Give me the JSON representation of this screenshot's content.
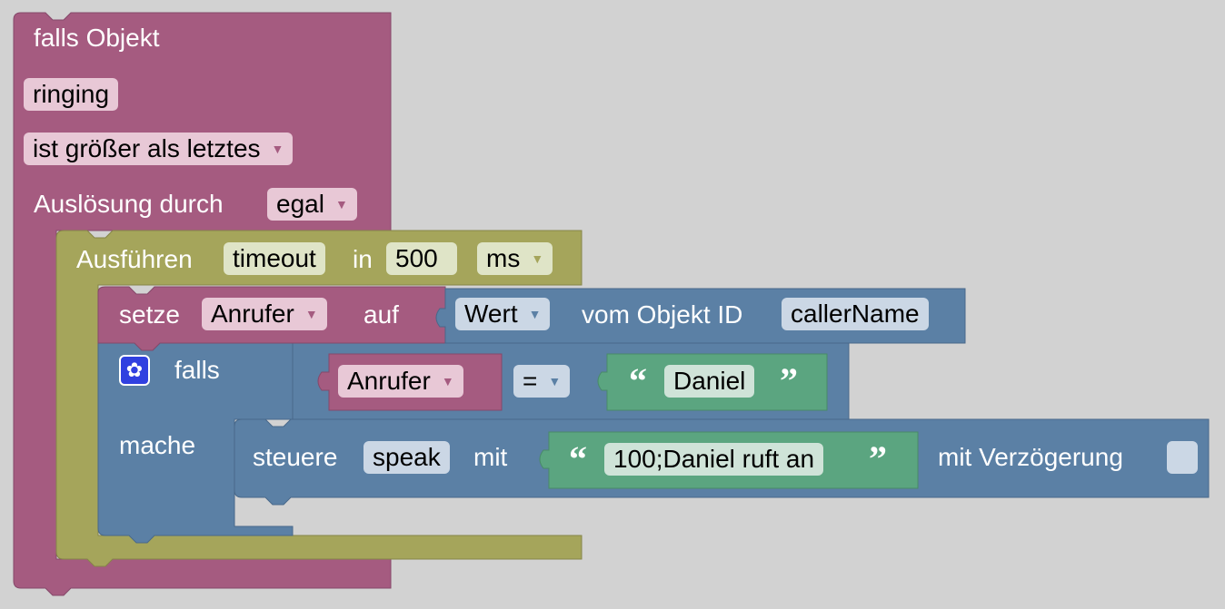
{
  "event": {
    "title": "falls Objekt",
    "object_id": "ringing",
    "condition": "ist größer als letztes",
    "trigger_label": "Auslösung durch",
    "trigger_value": "egal"
  },
  "timeout": {
    "label": "Ausführen",
    "name": "timeout",
    "in_label": "in",
    "delay": "500",
    "unit": "ms"
  },
  "set_var": {
    "label": "setze",
    "variable": "Anrufer",
    "to_label": "auf",
    "value_type": "Wert",
    "from_label": "vom Objekt ID",
    "object_id": "callerName"
  },
  "if_block": {
    "if_label": "falls",
    "do_label": "mache",
    "var": "Anrufer",
    "operator": "=",
    "text": "Daniel"
  },
  "control": {
    "label": "steuere",
    "object": "speak",
    "with_label": "mit",
    "text": "100;Daniel ruft an",
    "delay_label": "mit Verzögerung"
  },
  "glyphs": {
    "dropdown_arrow": "▼",
    "quote_open": "“",
    "quote_close": "”",
    "mutator_icon": "gear-icon"
  },
  "colors": {
    "event_block": "#a55b80",
    "timeout_block": "#a5a55b",
    "logic_block": "#5b80a5",
    "text_block": "#5ba580",
    "workspace_bg": "#ffffff",
    "grid": "#d2d2d2"
  }
}
